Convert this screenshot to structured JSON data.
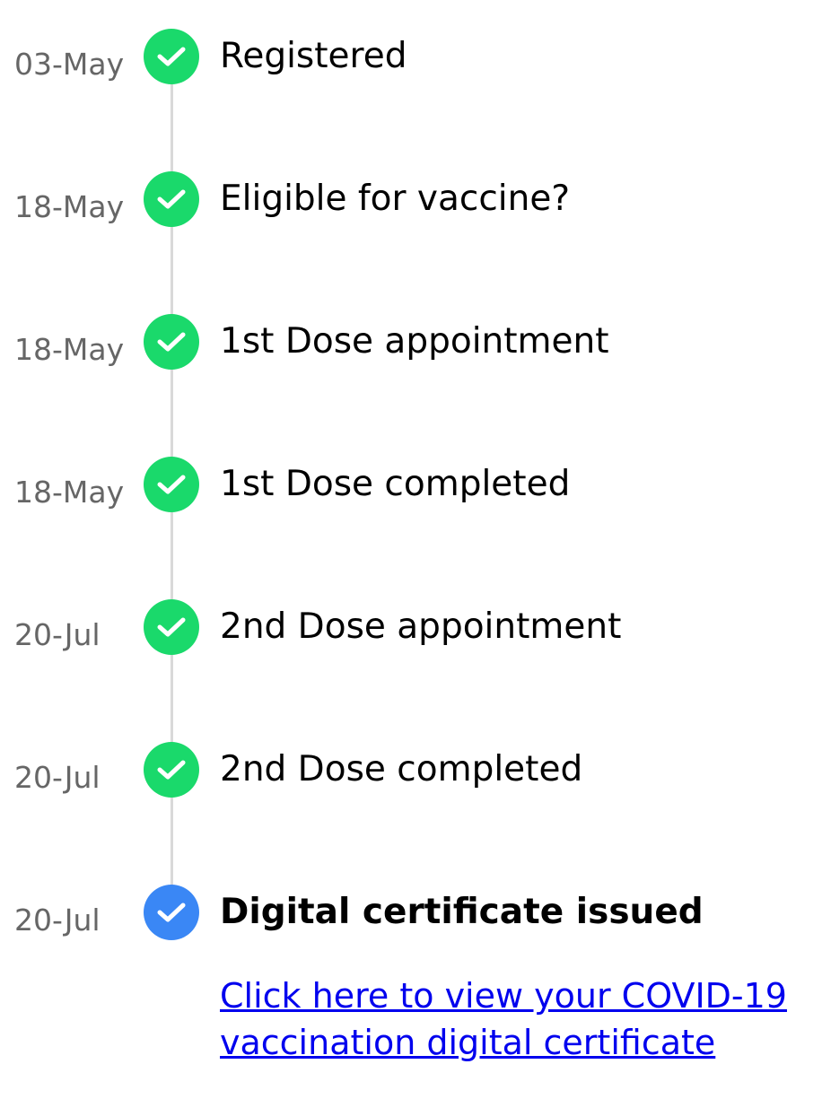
{
  "timeline": {
    "steps": [
      {
        "date": "03-May",
        "label": "Registered",
        "status": "completed",
        "icon": "check-icon"
      },
      {
        "date": "18-May",
        "label": "Eligible for vaccine?",
        "status": "completed",
        "icon": "check-icon"
      },
      {
        "date": "18-May",
        "label": "1st Dose appointment",
        "status": "completed",
        "icon": "check-icon"
      },
      {
        "date": "18-May",
        "label": "1st Dose completed",
        "status": "completed",
        "icon": "check-icon"
      },
      {
        "date": "20-Jul",
        "label": "2nd Dose appointment",
        "status": "completed",
        "icon": "check-icon"
      },
      {
        "date": "20-Jul",
        "label": "2nd Dose completed",
        "status": "completed",
        "icon": "check-icon"
      },
      {
        "date": "20-Jul",
        "label": "Digital certificate issued",
        "status": "current",
        "icon": "check-icon"
      }
    ],
    "certificate_link": "Click here to view your COVID-19 vaccination digital certificate"
  },
  "colors": {
    "completed": "#1ad96b",
    "current": "#3a87f5",
    "connector": "#d9d9d9",
    "date_text": "#666666",
    "link": "#0000ee"
  }
}
